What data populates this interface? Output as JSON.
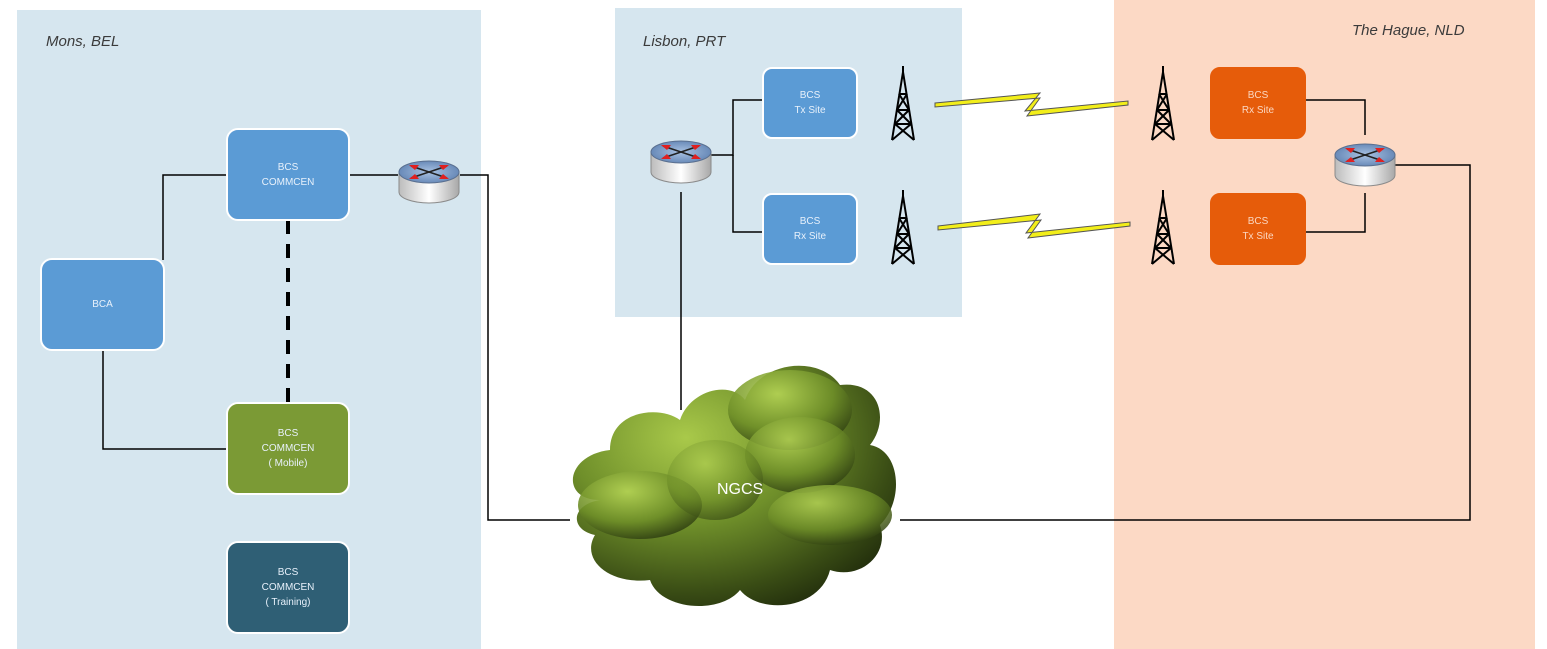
{
  "colors": {
    "site_bg_blue": "#d6e6ef",
    "site_bg_orange": "#fcd9c5",
    "node_blue": "#5b9bd5",
    "node_green": "#7b9a35",
    "node_dark": "#2f5f75",
    "node_orange": "#e65c0a",
    "link": "#000000",
    "lightning": "#f2ee1a"
  },
  "sites": {
    "mons": {
      "label": "Mons, BEL"
    },
    "lisbon": {
      "label": "Lisbon, PRT"
    },
    "hague": {
      "label": "The Hague, NLD"
    }
  },
  "nodes": {
    "mons_commcen": {
      "lines": [
        "BCS",
        "COMMCEN"
      ]
    },
    "bca": {
      "lines": [
        "BCA"
      ]
    },
    "mons_mobile": {
      "lines": [
        "BCS",
        "COMMCEN",
        "( Mobile)"
      ]
    },
    "mons_training": {
      "lines": [
        "BCS",
        "COMMCEN",
        "( Training)"
      ]
    },
    "lisbon_tx": {
      "lines": [
        "BCS",
        "Tx Site"
      ]
    },
    "lisbon_rx": {
      "lines": [
        "BCS",
        "Rx Site"
      ]
    },
    "hague_rx": {
      "lines": [
        "BCS",
        "Rx Site"
      ]
    },
    "hague_tx": {
      "lines": [
        "BCS",
        "Tx Site"
      ]
    }
  },
  "network": {
    "label": "NGCS"
  },
  "icons": {
    "router": "router-icon",
    "antenna": "radio-tower-icon",
    "cloud": "network-cloud-icon",
    "wireless": "lightning-bolt-icon"
  }
}
